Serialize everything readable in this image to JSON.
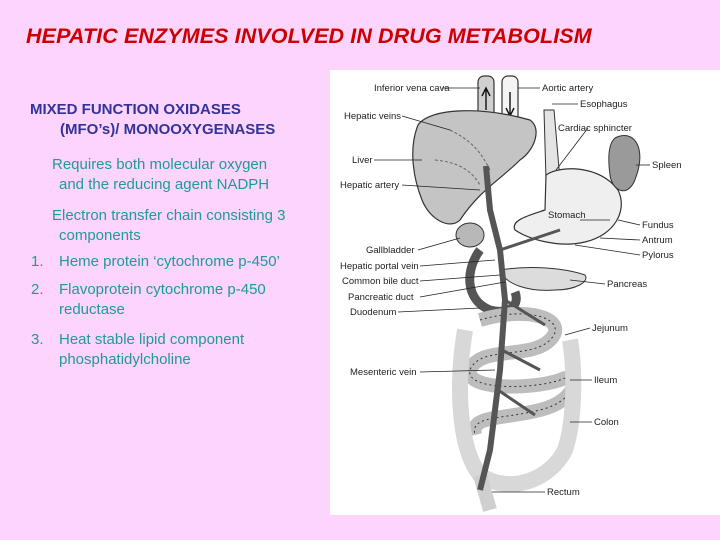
{
  "title": "HEPATIC ENZYMES INVOLVED IN DRUG METABOLISM",
  "heading": {
    "line1": "MIXED FUNCTION OXIDASES",
    "line2": "(MFO’s)/ MONOOXYGENASES"
  },
  "paragraphs": [
    {
      "line1": "Requires both molecular oxygen",
      "line2": "and the reducing agent NADPH"
    },
    {
      "line1": "Electron transfer chain consisting 3",
      "line2": "components"
    }
  ],
  "items": [
    {
      "num": "1.",
      "lines": [
        "Heme protein ‘cytochrome p-450’"
      ]
    },
    {
      "num": "2.",
      "lines": [
        "Flavoprotein cytochrome p-450",
        "reductase"
      ]
    },
    {
      "num": "3.",
      "lines": [
        "Heat stable lipid component",
        "phosphatidylcholine"
      ]
    }
  ],
  "figure_labels": {
    "inferior_vena_cava": "Inferior vena cava",
    "hepatic_veins": "Hepatic veins",
    "liver": "Liver",
    "hepatic_artery": "Hepatic artery",
    "gallbladder": "Gallbladder",
    "hepatic_portal_vein": "Hepatic portal vein",
    "common_bile_duct": "Common bile duct",
    "pancreatic_duct": "Pancreatic duct",
    "duodenum": "Duodenum",
    "mesenteric_vein": "Mesenteric vein",
    "aortic_artery": "Aortic artery",
    "esophagus": "Esophagus",
    "cardiac_sphincter": "Cardiac sphincter",
    "spleen": "Spleen",
    "stomach": "Stomach",
    "fundus": "Fundus",
    "antrum": "Antrum",
    "pylorus": "Pylorus",
    "pancreas": "Pancreas",
    "jejunum": "Jejunum",
    "ileum": "Ileum",
    "colon": "Colon",
    "rectum": "Rectum"
  }
}
